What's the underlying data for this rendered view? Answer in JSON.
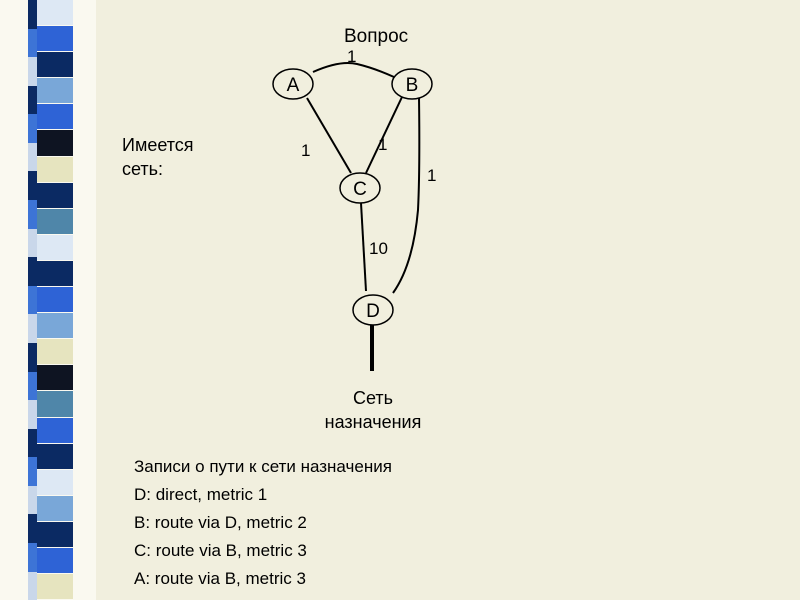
{
  "title": "Вопрос",
  "intro_lines": [
    "Имеется",
    "сеть:"
  ],
  "nodes": [
    {
      "id": "A",
      "label": "A"
    },
    {
      "id": "B",
      "label": "B"
    },
    {
      "id": "C",
      "label": "C"
    },
    {
      "id": "D",
      "label": "D"
    }
  ],
  "edges": [
    {
      "from": "A",
      "to": "B",
      "metric": "1"
    },
    {
      "from": "A",
      "to": "C",
      "metric": "1"
    },
    {
      "from": "B",
      "to": "C",
      "metric": "1"
    },
    {
      "from": "B",
      "to": "D",
      "metric": "1"
    },
    {
      "from": "C",
      "to": "D",
      "metric": "10"
    }
  ],
  "destination_lines": [
    "Сеть",
    "назначения"
  ],
  "routes": {
    "heading": "Записи о пути к сети назначения",
    "rows": [
      "D: direct, metric 1",
      "B: route via D, metric 2",
      "C: route via B, metric 3",
      "A: route via B, metric 3"
    ]
  }
}
